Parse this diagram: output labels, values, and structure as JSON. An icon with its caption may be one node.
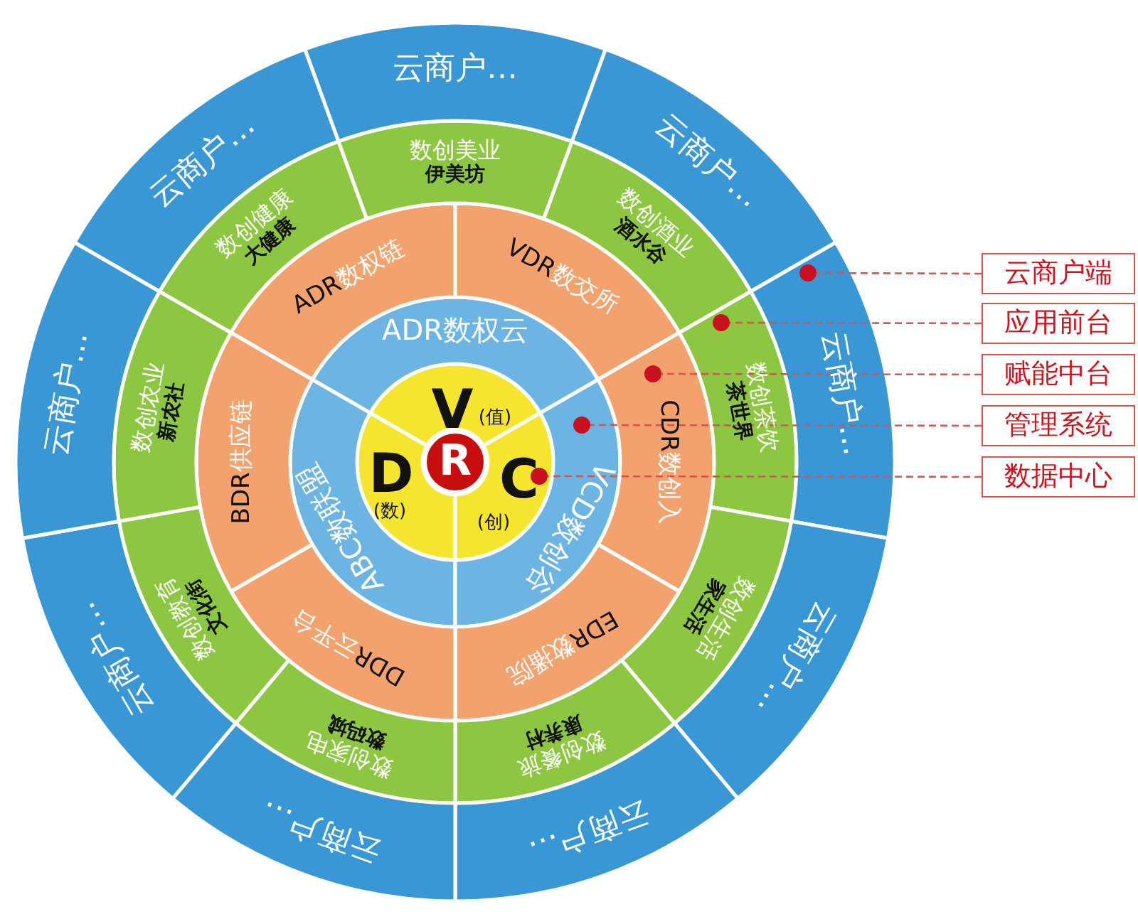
{
  "diagram": {
    "nodes": [
      {
        "text": [
          "R"
        ]
      },
      {
        "text": [
          "V",
          "(值)"
        ]
      },
      {
        "text": [
          "D",
          "(数)"
        ]
      },
      {
        "text": [
          "C",
          "(创)"
        ]
      },
      {
        "text": [
          "ADR数权云"
        ]
      },
      {
        "text": [
          "ABC数联盟"
        ]
      },
      {
        "text": [
          "VCD数创谷"
        ]
      },
      {
        "text": [
          "ADR",
          "数权链"
        ]
      },
      {
        "text": [
          "VDR",
          "数交所"
        ]
      },
      {
        "text": [
          "CDR",
          "数创入"
        ]
      },
      {
        "text": [
          "EDR",
          "数播院"
        ]
      },
      {
        "text": [
          "DDR",
          "云平台"
        ]
      },
      {
        "text": [
          "BDR",
          "供应链"
        ]
      },
      {
        "text": [
          "数创美业",
          "伊美坊"
        ]
      },
      {
        "text": [
          "数创酒业",
          "酒水谷"
        ]
      },
      {
        "text": [
          "数创茶饮",
          "茶世界"
        ]
      },
      {
        "text": [
          "数创生活",
          "家生活"
        ]
      },
      {
        "text": [
          "数创餐旅",
          "康养村"
        ]
      },
      {
        "text": [
          "数创家电",
          "数码城"
        ]
      },
      {
        "text": [
          "数创教育",
          "文化街"
        ]
      },
      {
        "text": [
          "数创农业",
          "新农社"
        ]
      },
      {
        "text": [
          "数创健康",
          "大健康"
        ]
      },
      {
        "text": [
          "云商户…"
        ]
      },
      {
        "text": [
          "云商户…"
        ]
      },
      {
        "text": [
          "云商户…"
        ]
      },
      {
        "text": [
          "云商户…"
        ]
      },
      {
        "text": [
          "云商户…"
        ]
      },
      {
        "text": [
          "云商户…"
        ]
      },
      {
        "text": [
          "云商户…"
        ]
      },
      {
        "text": [
          "云商户…"
        ]
      },
      {
        "text": [
          "云商户…"
        ]
      },
      {
        "text": [],
        "shape": "circle",
        "in": 24
      },
      {
        "text": [],
        "shape": "circle",
        "in": 15
      },
      {
        "text": [],
        "shape": "circle",
        "in": 9
      },
      {
        "text": [],
        "shape": "circle",
        "in": 6
      },
      {
        "text": [],
        "shape": "circle",
        "in": 3
      },
      {
        "text": [
          "云商户端"
        ]
      },
      {
        "text": [
          "应用前台"
        ]
      },
      {
        "text": [
          "赋能中台"
        ]
      },
      {
        "text": [
          "管理系统"
        ]
      },
      {
        "text": [
          "数据中心"
        ]
      }
    ],
    "edges": [
      {
        "from": 36,
        "to": 31,
        "arrow": "none",
        "style": "dashed"
      },
      {
        "from": 37,
        "to": 32,
        "arrow": "none",
        "style": "dashed"
      },
      {
        "from": 38,
        "to": 33,
        "arrow": "none",
        "style": "dashed"
      },
      {
        "from": 39,
        "to": 34,
        "arrow": "none",
        "style": "dashed"
      },
      {
        "from": 40,
        "to": 35,
        "arrow": "none",
        "style": "dashed"
      }
    ]
  }
}
